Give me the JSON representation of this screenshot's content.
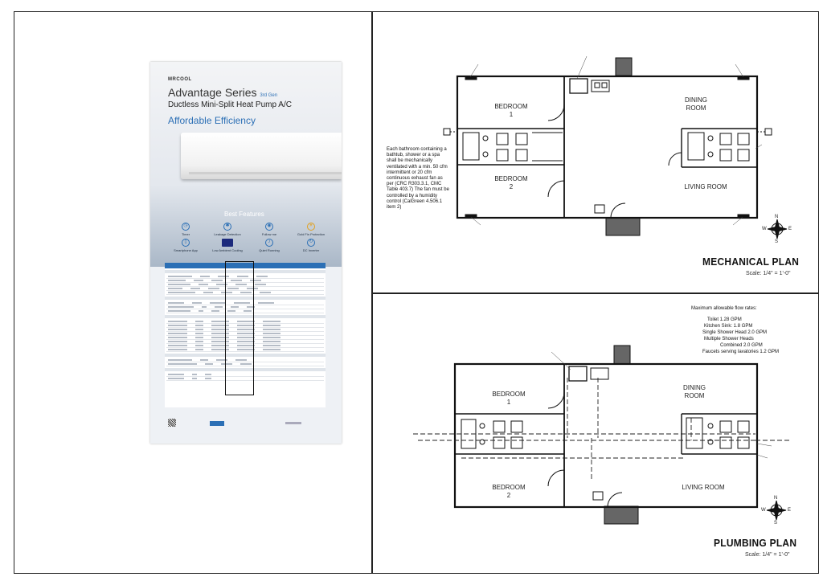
{
  "brochure": {
    "brand": "MRCOOL",
    "series": "Advantage Series",
    "generation": "3rd Gen",
    "subtitle": "Ductless Mini-Split Heat Pump A/C",
    "tagline": "Affordable Efficiency",
    "features_heading": "Best Features",
    "features": [
      {
        "label": "Timer",
        "icon": "timer-icon"
      },
      {
        "label": "Leakage Detection",
        "icon": "leak-icon"
      },
      {
        "label": "Follow me",
        "icon": "follow-icon"
      },
      {
        "label": "Gold Fin Protection",
        "icon": "sun-icon"
      },
      {
        "label": "Smartphone App",
        "icon": "phone-icon"
      },
      {
        "label": "Low Ambient Cooling",
        "icon": "badge-icon"
      },
      {
        "label": "Quiet Running",
        "icon": "quiet-icon"
      },
      {
        "label": "DC Inverter",
        "icon": "inverter-icon"
      }
    ]
  },
  "mechanical": {
    "title": "MECHANICAL PLAN",
    "scale": "Scale: 1/4\" = 1'-0\"",
    "note": "Each bathroom containing a bathtub, shower or a spa shall be mechanically ventilated with a min. 50 cfm intermittent or 20 cfm continuous exhaust fan as per (CRC R303.3.1, CMC Table 403.7) The fan must be controlled by a humidity control (CalGreen 4.506.1 item 2)",
    "rooms": {
      "bedroom1": "BEDROOM\n1",
      "bedroom2": "BEDROOM\n2",
      "dining": "DINING\nROOM",
      "living": "LIVING ROOM"
    }
  },
  "plumbing": {
    "title": "PLUMBING PLAN",
    "scale": "Scale: 1/4\" = 1'-0\"",
    "flow_heading": "Maximum allowable flow rates:",
    "flow_rates": [
      "Toilet 1.28 GPM",
      "Kitchen Sink: 1.8 GPM",
      "Single Shower Head 2.0 GPM",
      "Multiple Shower Heads",
      "Combined 2.0 GPM",
      "Faucets serving lavatories 1.2 GPM"
    ],
    "rooms": {
      "bedroom1": "BEDROOM\n1",
      "bedroom2": "BEDROOM\n2",
      "dining": "DINING\nROOM",
      "living": "LIVING ROOM"
    }
  },
  "compass": {
    "n": "N",
    "s": "S",
    "e": "E",
    "w": "W"
  }
}
